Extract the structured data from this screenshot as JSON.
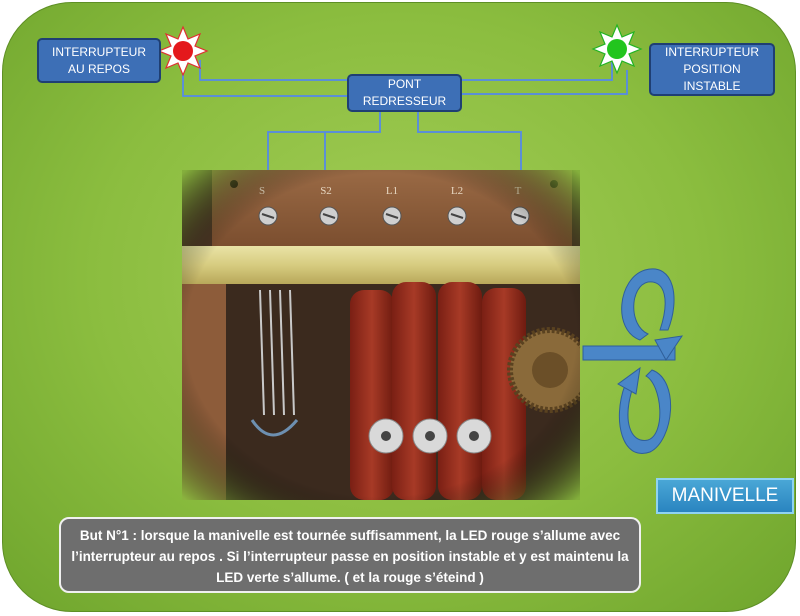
{
  "labels": {
    "interrupteur_repos": "INTERRUPTEUR\nAU REPOS",
    "interrupteur_instable": "INTERRUPTEUR\nPOSITION\nINSTABLE",
    "pont_redresseur": "PONT\nREDRESSEUR",
    "manivelle": "MANIVELLE"
  },
  "terminals": [
    "S",
    "S2",
    "L1",
    "L2",
    "T"
  ],
  "caption": "But N°1 : lorsque la manivelle est tournée suffisamment, la LED rouge s’allume avec l’interrupteur au repos . Si l’interrupteur passe en position instable et y est maintenu la LED verte s’allume. ( et la rouge s’éteind )",
  "colors": {
    "panel": "#8bbd3f",
    "box_fill": "#3d6fb6",
    "led_red": "#e4181c",
    "led_green": "#22c51e",
    "arrow": "#4a86c8",
    "caption_bg": "#6e6e6e"
  }
}
